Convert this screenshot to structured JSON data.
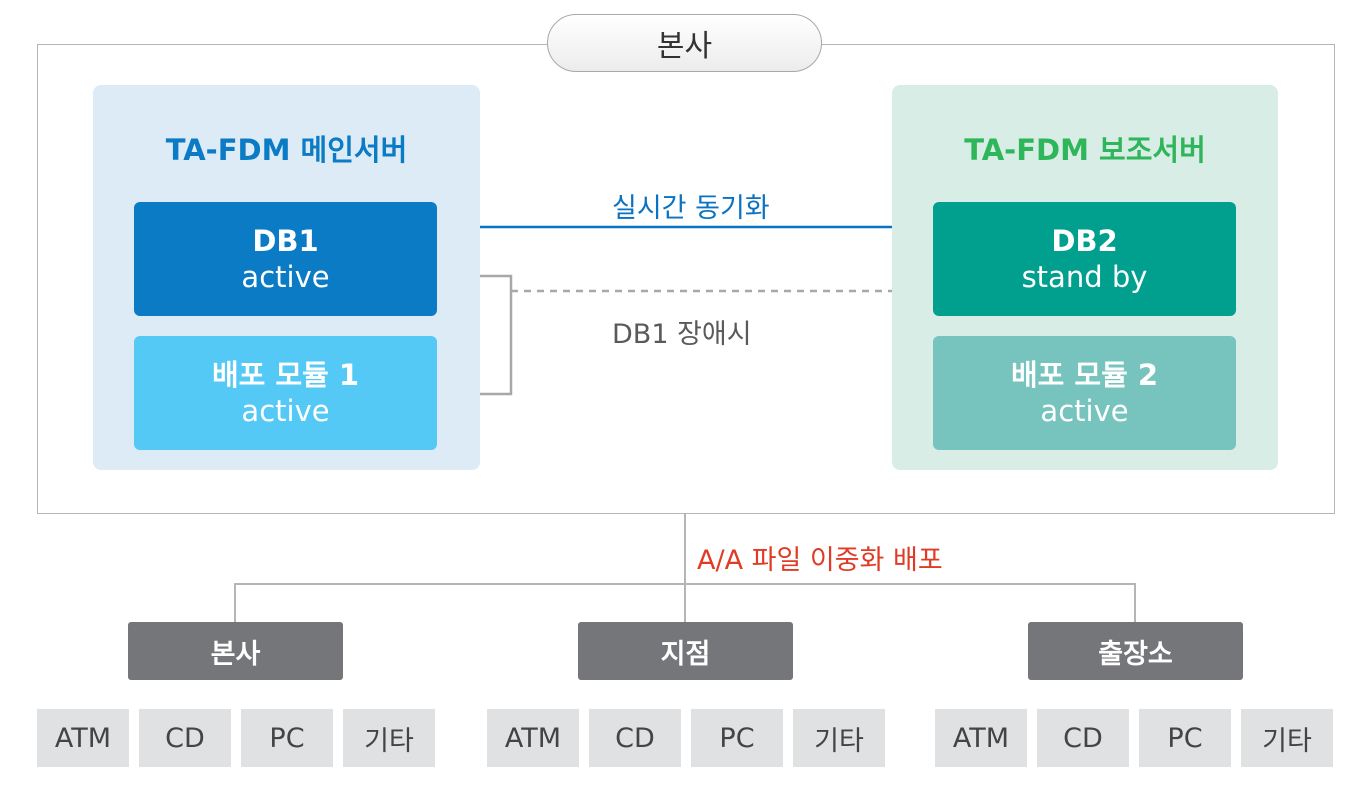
{
  "headquarters_label": "본사",
  "main_server": {
    "title": "TA-FDM 메인서버",
    "title_color": "#0a7bc4",
    "db": {
      "name": "DB1",
      "status": "active",
      "color": "#0a7bc4"
    },
    "module": {
      "name": "배포 모듈 1",
      "status": "active",
      "color": "#55c9f5"
    }
  },
  "sub_server": {
    "title": "TA-FDM 보조서버",
    "title_color": "#2fb55a",
    "db": {
      "name": "DB2",
      "status": "stand by",
      "color": "#009f8e"
    },
    "module": {
      "name": "배포 모듈 2",
      "status": "active",
      "color": "#76c4bd"
    }
  },
  "connections": {
    "sync_label": "실시간 동기화",
    "failover_label": "DB1 장애시",
    "distribution_label": "A/A 파일 이중화 배포"
  },
  "sites": [
    {
      "name": "본사",
      "devices": [
        "ATM",
        "CD",
        "PC",
        "기타"
      ]
    },
    {
      "name": "지점",
      "devices": [
        "ATM",
        "CD",
        "PC",
        "기타"
      ]
    },
    {
      "name": "출장소",
      "devices": [
        "ATM",
        "CD",
        "PC",
        "기타"
      ]
    }
  ]
}
